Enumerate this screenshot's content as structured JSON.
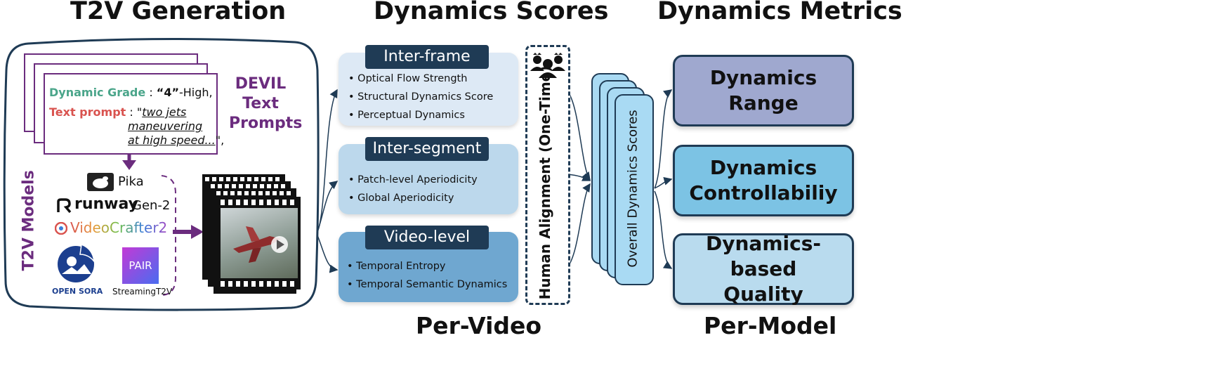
{
  "headings": {
    "t2v_generation": "T2V Generation",
    "dynamics_scores": "Dynamics Scores",
    "dynamics_metrics": "Dynamics Metrics",
    "per_video": "Per-Video",
    "per_model": "Per-Model"
  },
  "prompt_card": {
    "grade_label": "Dynamic Grade",
    "grade_sep": " : ",
    "grade_value": "“4”",
    "grade_suffix": "-High,",
    "prompt_label": "Text prompt",
    "prompt_sep": " : \"",
    "prompt_line1": "two jets",
    "prompt_line2": "maneuvering",
    "prompt_line3": "at high speed...",
    "prompt_close": "\","
  },
  "devil_label": {
    "line1": "DEVIL",
    "line2": "Text",
    "line3": "Prompts"
  },
  "t2v_models_label": "T2V Models",
  "models": {
    "pika": "Pika",
    "runway": "runway",
    "runway_gen": "Gen-2",
    "videocrafter": "VideoCrafter2",
    "opensora": "OPEN SORA",
    "pair_logo": "PAIR",
    "streaming": "StreamingT2V"
  },
  "score_groups": [
    {
      "title": "Inter-frame",
      "items": [
        "Optical Flow Strength",
        "Structural Dynamics Score",
        "Perceptual Dynamics"
      ]
    },
    {
      "title": "Inter-segment",
      "items": [
        "Patch-level Aperiodicity",
        "Global Aperiodicity"
      ]
    },
    {
      "title": "Video-level",
      "items": [
        "Temporal Entropy",
        "Temporal Semantic Dynamics"
      ]
    }
  ],
  "human_alignment": "Human Alignment (One-Time)",
  "overall_scores": "Overall Dynamics Scores",
  "metrics": [
    {
      "line1": "Dynamics",
      "line2": "Range"
    },
    {
      "line1": "Dynamics",
      "line2": "Controllabiliy"
    },
    {
      "line1": "Dynamics-based",
      "line2": "Quality"
    }
  ],
  "colors": {
    "dark_navy": "#1f3b55",
    "purple": "#6b2c7e",
    "inter_frame_bg": "#dde9f5",
    "inter_segment_bg": "#bcd8ec",
    "video_level_bg": "#6fa7d0",
    "range_bg": "#9fa8cf",
    "controllability_bg": "#7cc3e4",
    "quality_bg": "#b9dbee",
    "overall_bg": "#a9daf3"
  }
}
